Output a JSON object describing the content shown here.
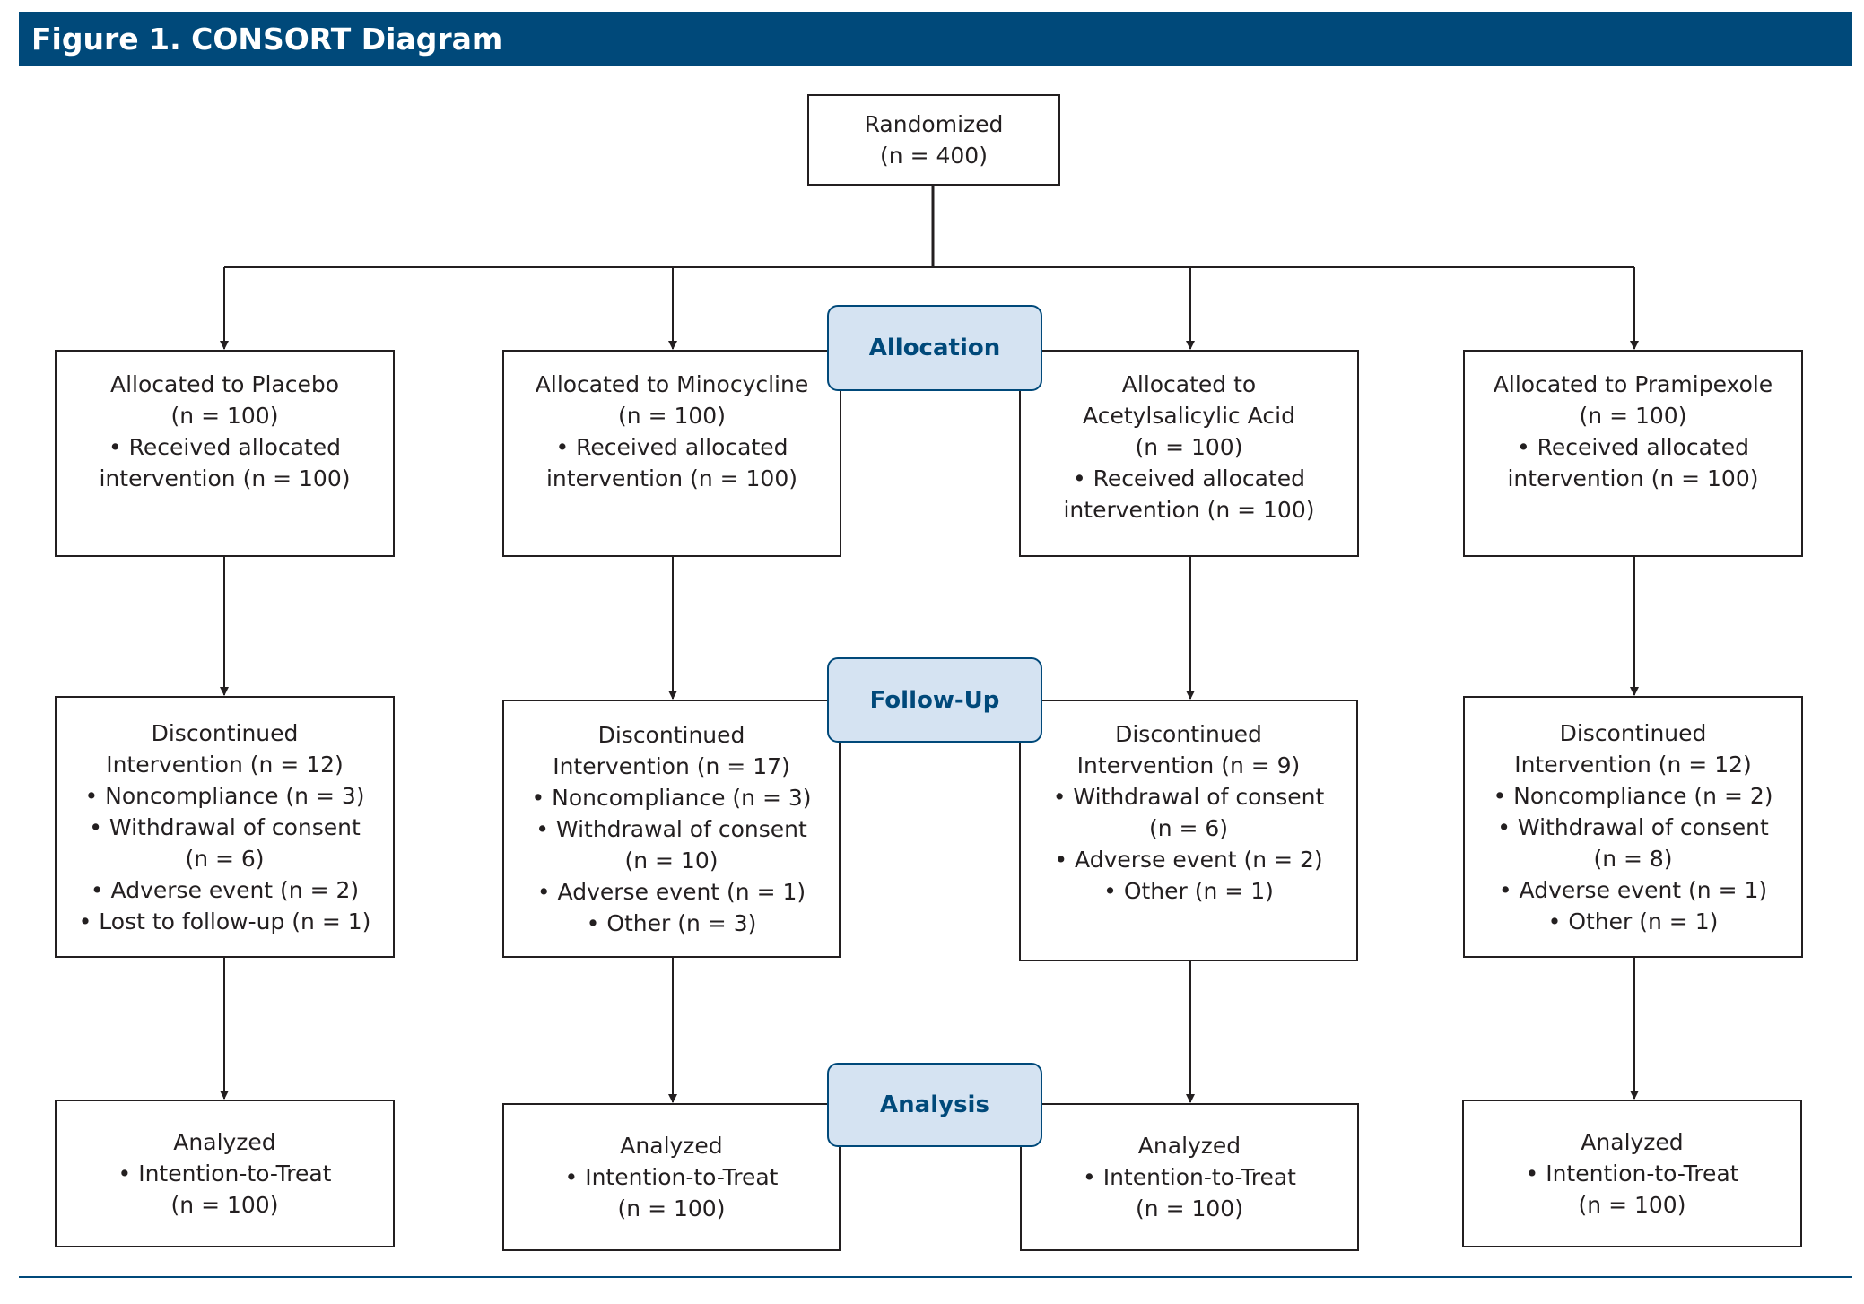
{
  "figure": {
    "title": "Figure 1. CONSORT Diagram"
  },
  "randomized": {
    "lines": [
      "Randomized",
      "(n = 400)"
    ]
  },
  "stages": {
    "allocation": "Allocation",
    "follow_up": "Follow-Up",
    "analysis": "Analysis"
  },
  "arms": [
    {
      "allocation_lines": [
        "Allocated to Placebo",
        "(n = 100)",
        "• Received allocated",
        "intervention (n = 100)"
      ],
      "followup_lines": [
        "Discontinued",
        "Intervention (n = 12)",
        "• Noncompliance (n = 3)",
        "• Withdrawal of consent",
        "(n = 6)",
        "• Adverse event (n = 2)",
        "• Lost to follow-up (n = 1)"
      ],
      "analysis_lines": [
        "Analyzed",
        "• Intention-to-Treat",
        "(n = 100)"
      ]
    },
    {
      "allocation_lines": [
        "Allocated to Minocycline",
        "(n = 100)",
        "• Received allocated",
        "intervention (n = 100)"
      ],
      "followup_lines": [
        "Discontinued",
        "Intervention (n = 17)",
        "• Noncompliance (n = 3)",
        "• Withdrawal of consent",
        "(n = 10)",
        "• Adverse event (n = 1)",
        "• Other (n = 3)"
      ],
      "analysis_lines": [
        "Analyzed",
        "• Intention-to-Treat",
        "(n = 100)"
      ]
    },
    {
      "allocation_lines": [
        "Allocated to",
        "Acetylsalicylic Acid",
        "(n = 100)",
        "• Received allocated",
        "intervention (n = 100)"
      ],
      "followup_lines": [
        "Discontinued",
        "Intervention (n = 9)",
        "• Withdrawal of consent",
        "(n = 6)",
        "• Adverse event (n = 2)",
        "• Other (n = 1)"
      ],
      "analysis_lines": [
        "Analyzed",
        "• Intention-to-Treat",
        "(n = 100)"
      ]
    },
    {
      "allocation_lines": [
        "Allocated to Pramipexole",
        "(n = 100)",
        "• Received allocated",
        "intervention (n = 100)"
      ],
      "followup_lines": [
        "Discontinued",
        "Intervention (n = 12)",
        "• Noncompliance (n = 2)",
        "• Withdrawal of consent",
        "(n = 8)",
        "• Adverse event (n = 1)",
        "• Other (n = 1)"
      ],
      "analysis_lines": [
        "Analyzed",
        "• Intention-to-Treat",
        "(n = 100)"
      ]
    }
  ]
}
